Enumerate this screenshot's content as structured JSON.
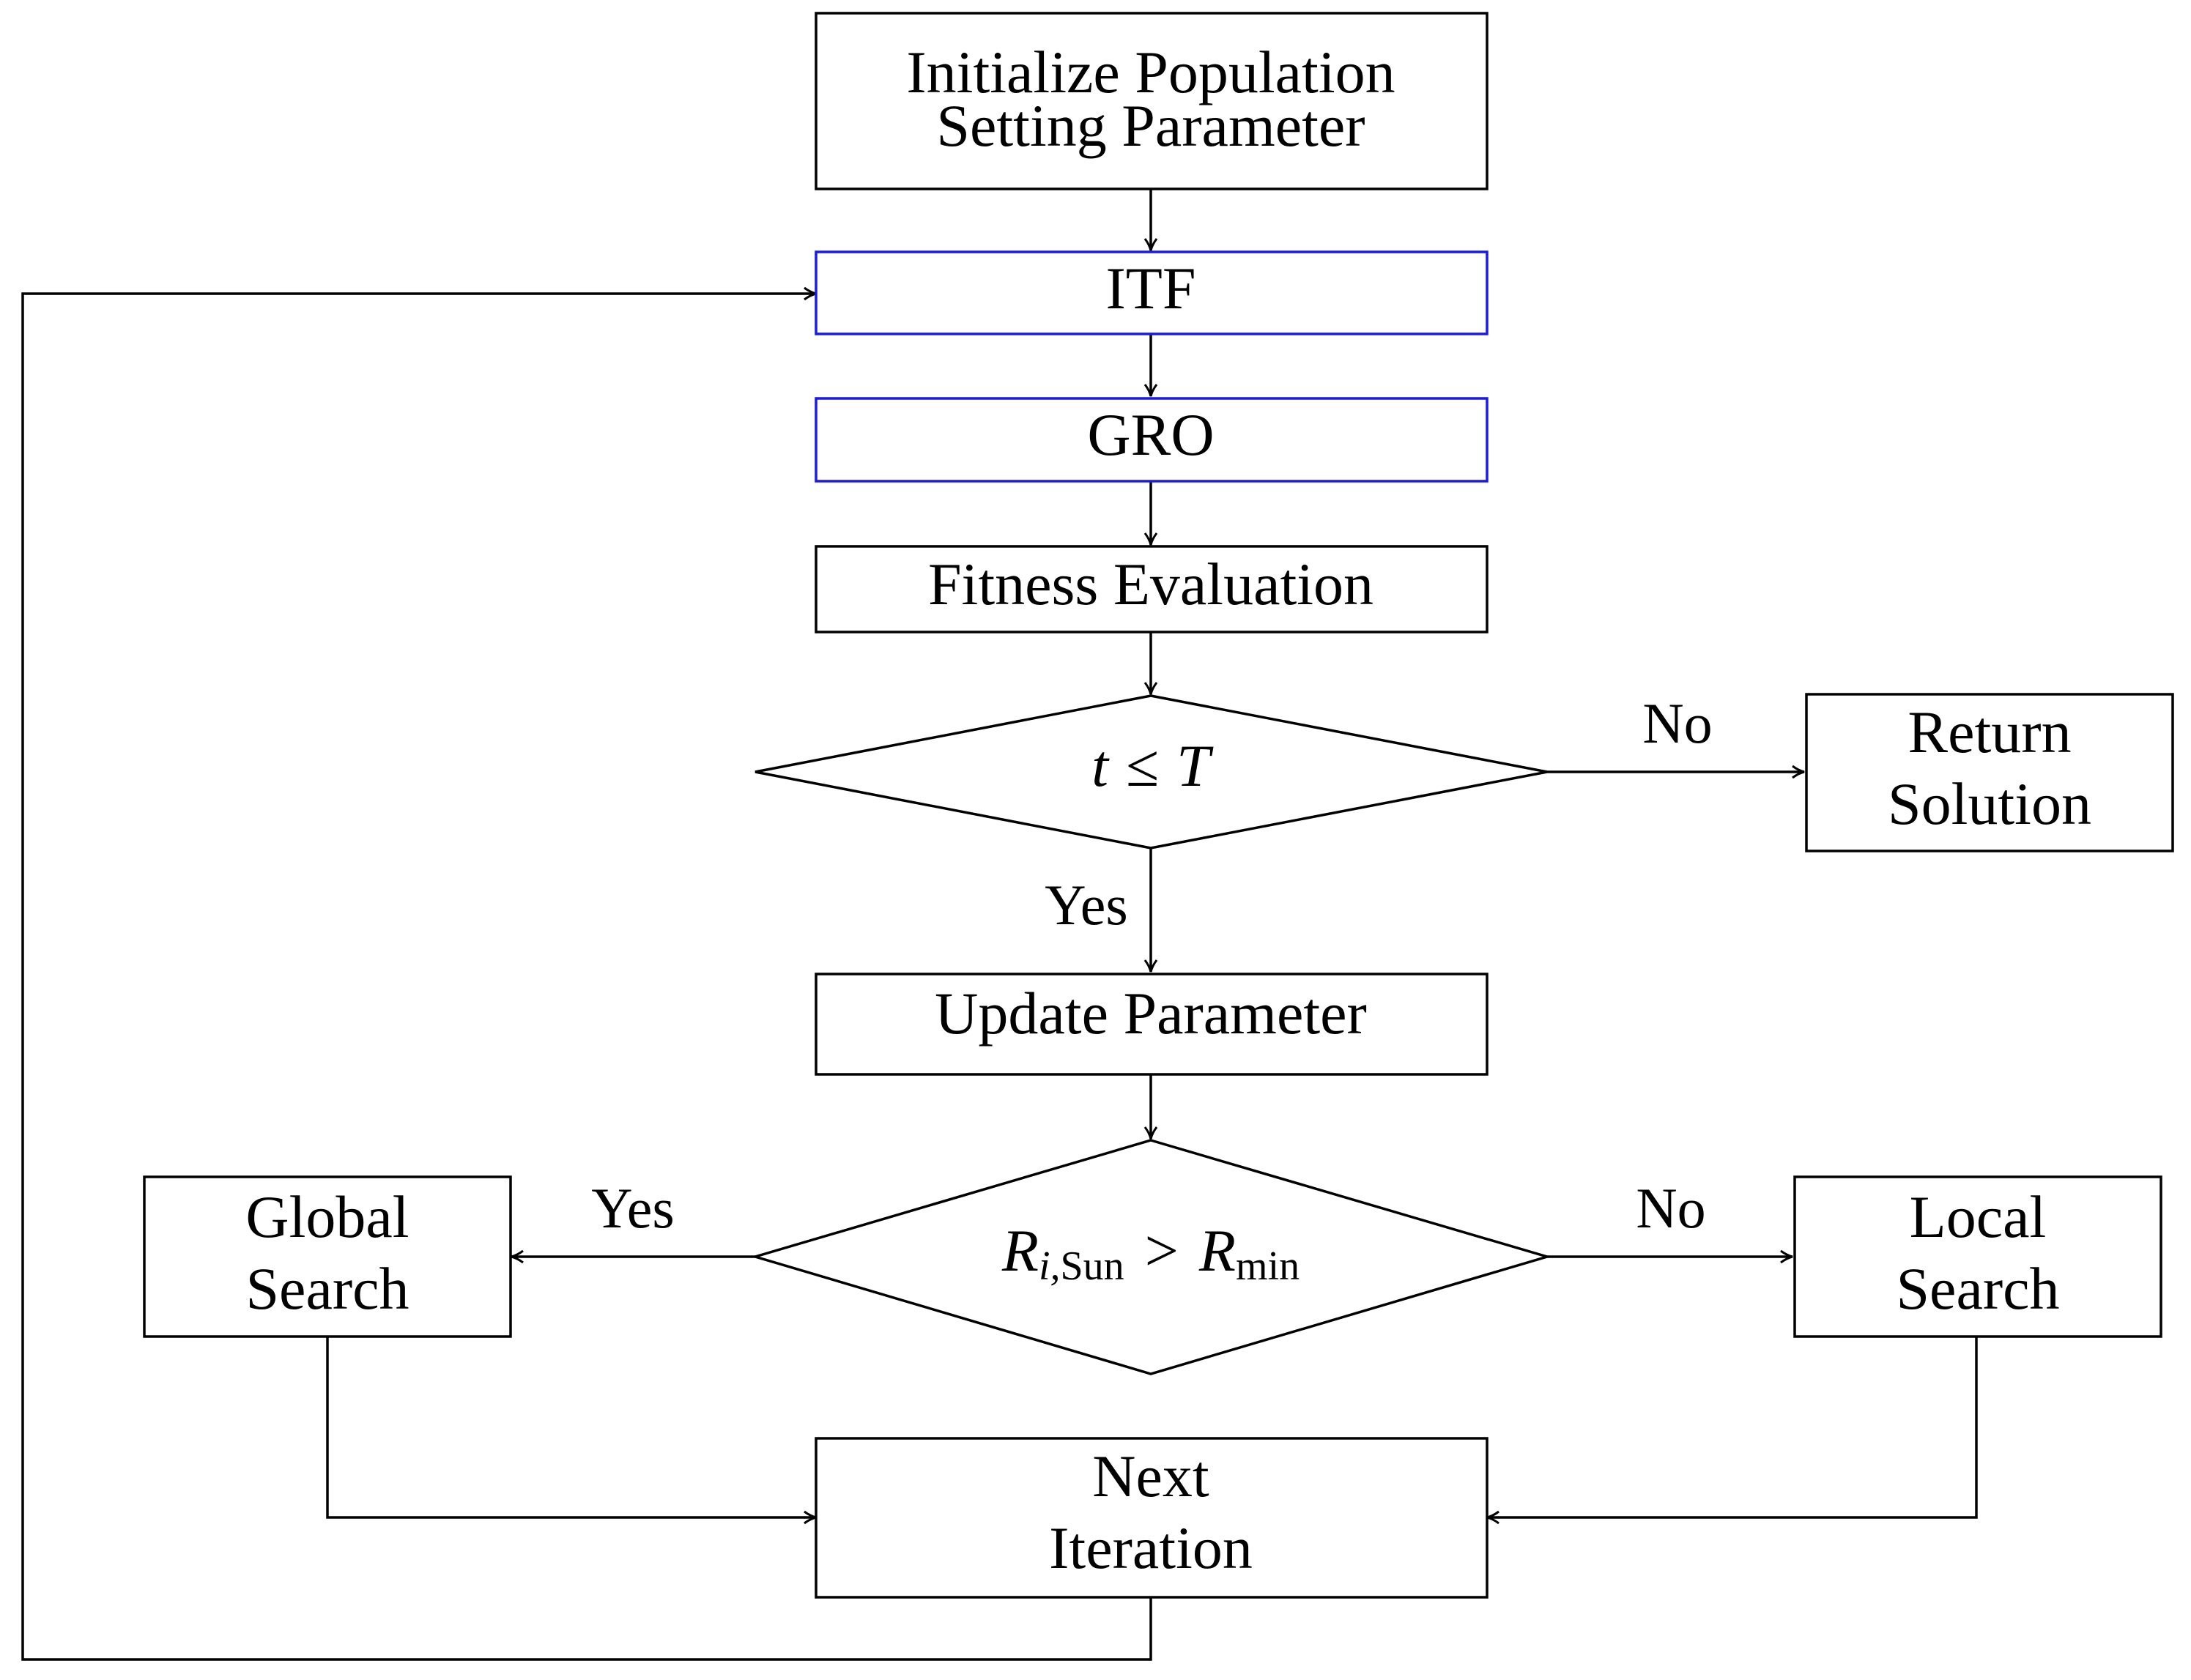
{
  "nodes": {
    "init": {
      "line1": "Initialize Population",
      "line2": "Setting Parameter"
    },
    "itf": {
      "label": "ITF"
    },
    "gro": {
      "label": "GRO"
    },
    "fitness": {
      "label": "Fitness Evaluation"
    },
    "condition_time": {
      "var_t": "t",
      "op": "≤",
      "var_T": "T"
    },
    "return_solution": {
      "line1": "Return",
      "line2": "Solution"
    },
    "update": {
      "label": "Update Parameter"
    },
    "condition_r": {
      "var_R": "R",
      "sub_left": "i,",
      "sub_left_text": "Sun",
      "op": ">",
      "var_R2": "R",
      "sub_right": "min"
    },
    "global_search": {
      "line1": "Global",
      "line2": "Search"
    },
    "local_search": {
      "line1": "Local",
      "line2": "Search"
    },
    "next_iteration": {
      "line1": "Next",
      "line2": "Iteration"
    }
  },
  "edges": {
    "time_no": "No",
    "time_yes": "Yes",
    "r_yes": "Yes",
    "r_no": "No"
  },
  "colors": {
    "stroke": "#000000",
    "highlight_stroke": "#1a1ae6",
    "background": "#ffffff"
  }
}
